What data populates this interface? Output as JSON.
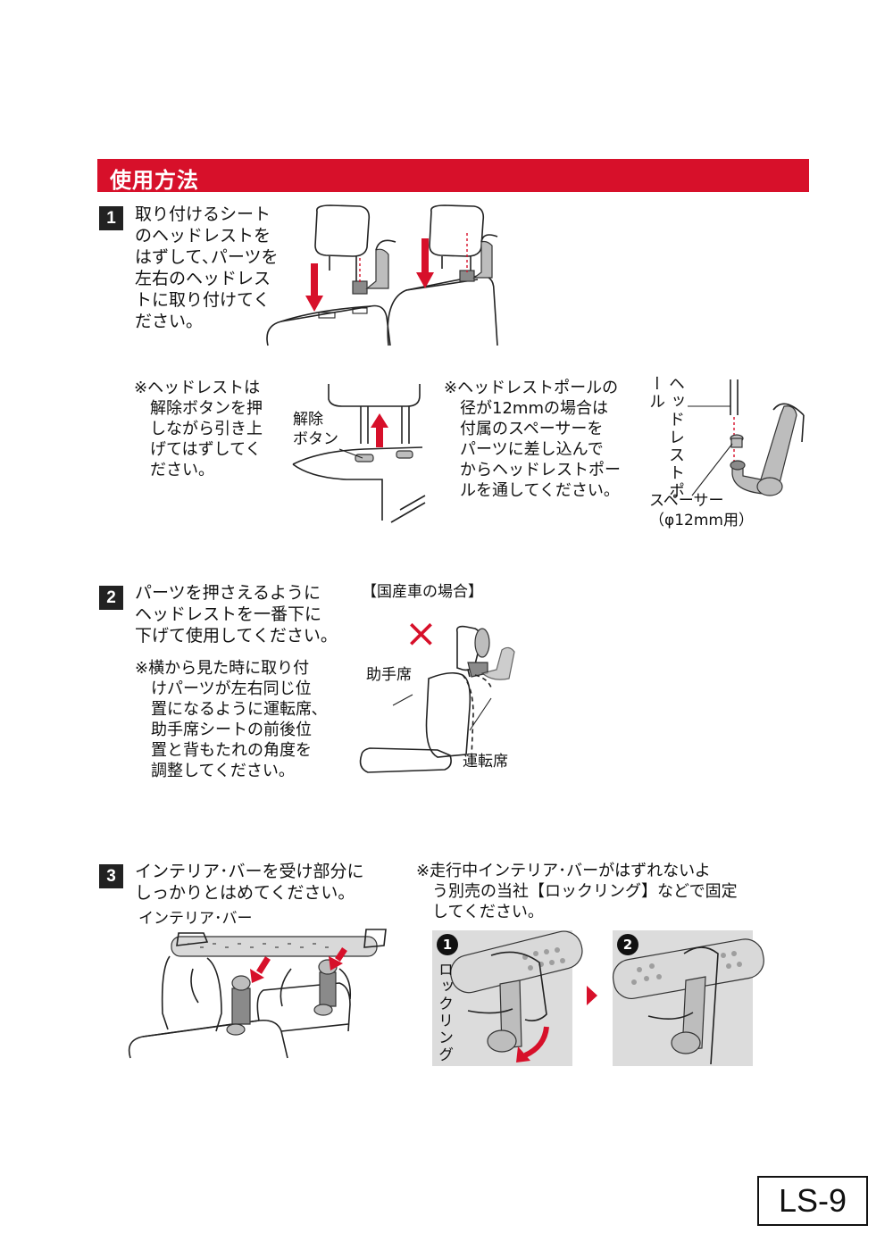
{
  "section": {
    "title": "使用方法"
  },
  "step1": {
    "number": "1",
    "text": "取り付けるシート\nのヘッドレストを\nはずして､パーツを\n左右のヘッドレス\nトに取り付けてく\nださい。",
    "note_release": "※ヘッドレストは\n　解除ボタンを押\n　しながら引き上\n　げてはずしてく\n　ださい。",
    "label_release_button": "解除\nボタン",
    "note_spacer": "※ヘッドレストポールの\n　径が12mmの場合は\n　付属のスペーサーを\n　パーツに差し込んで\n　からヘッドレストポー\n　ルを通してください。",
    "label_pole": "ヘッドレストポール",
    "label_spacer": "スペーサー\n（φ12mm用）"
  },
  "step2": {
    "number": "2",
    "text": "パーツを押さえるように\nヘッドレストを一番下に\n下げて使用してください。",
    "note": "※横から見た時に取り付\n　けパーツが左右同じ位\n　置になるように運転席､\n　助手席シートの前後位\n　置と背もたれの角度を\n　調整してください。",
    "caption": "【国産車の場合】",
    "label_passenger": "助手席",
    "label_driver": "運転席",
    "mark_x": "×"
  },
  "step3": {
    "number": "3",
    "text": "インテリア･バーを受け部分に\nしっかりとはめてください。",
    "label_bar": "インテリア･バー",
    "note": "※走行中インテリア･バーがはずれないよ\n　う別売の当社【ロックリング】などで固定\n　してください。",
    "panel1_num": "1",
    "panel2_num": "2",
    "label_lock_ring": "ロックリング"
  },
  "page": {
    "id": "LS-9"
  },
  "colors": {
    "accent": "#d7102a",
    "dark": "#222222"
  }
}
